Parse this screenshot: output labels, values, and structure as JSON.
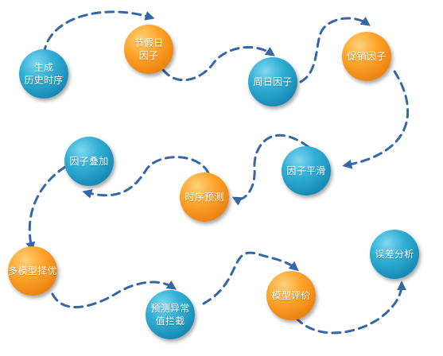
{
  "colors": {
    "arrow": "#3566a6",
    "blue_node": "#1e9fcb",
    "orange_node": "#f7901e"
  },
  "nodes": [
    {
      "id": "history",
      "label": "生成\n历史时序",
      "color": "blue"
    },
    {
      "id": "holiday",
      "label": "节假日\n因子",
      "color": "orange"
    },
    {
      "id": "weekday",
      "label": "周日因子",
      "color": "blue"
    },
    {
      "id": "promo",
      "label": "促销因子",
      "color": "orange"
    },
    {
      "id": "smooth",
      "label": "因子平滑",
      "color": "blue"
    },
    {
      "id": "forecast",
      "label": "时序预测",
      "color": "orange"
    },
    {
      "id": "overlay",
      "label": "因子叠加",
      "color": "blue"
    },
    {
      "id": "select",
      "label": "多模型择优",
      "color": "orange"
    },
    {
      "id": "outlier",
      "label": "预测异常\n值拦截",
      "color": "blue"
    },
    {
      "id": "evaluate",
      "label": "模型评价",
      "color": "orange"
    },
    {
      "id": "error",
      "label": "误差分析",
      "color": "blue"
    }
  ]
}
